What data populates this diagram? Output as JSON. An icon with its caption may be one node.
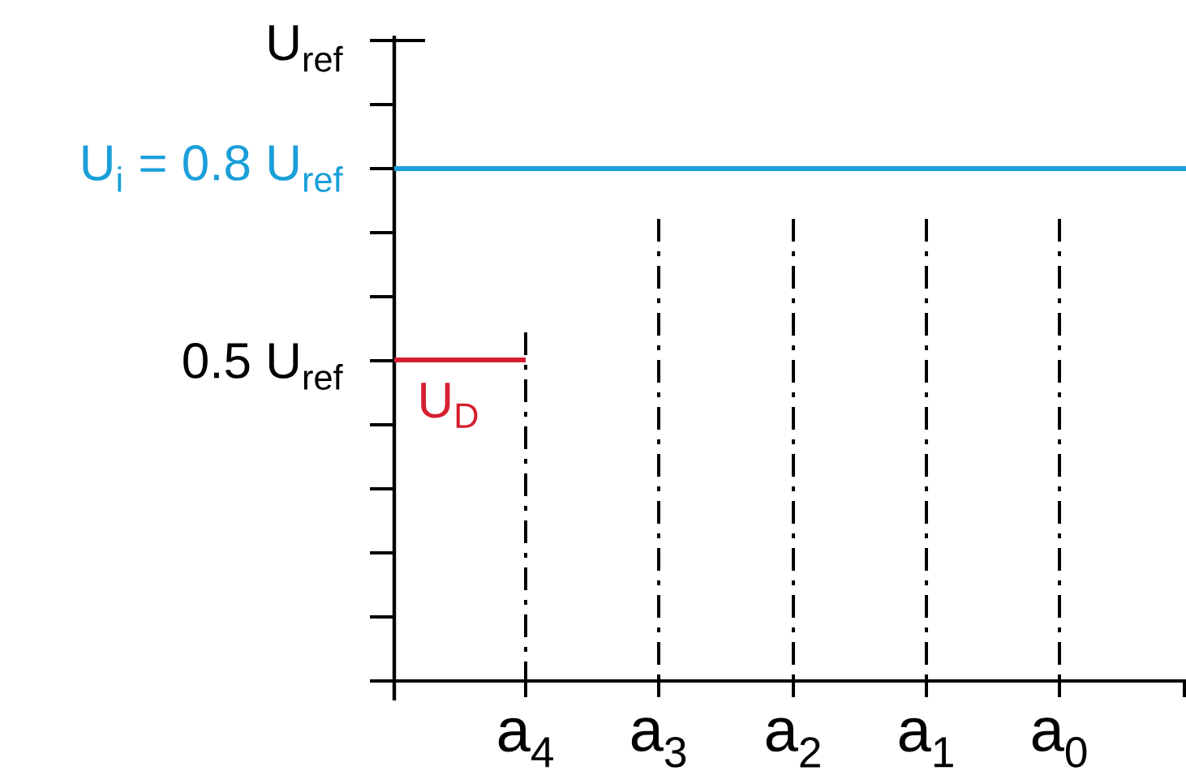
{
  "diagram": {
    "labels": [
      "U$_{ref}$",
      "U$_{i}$ = 0.8 U$_{ref}$",
      "0.5 U$_{ref}$",
      "U$_{D}$",
      "a$_{4}$",
      "a$_{3}$",
      "a$_{2}$",
      "a$_{1}$",
      "a$_{0}$"
    ]
  }
}
